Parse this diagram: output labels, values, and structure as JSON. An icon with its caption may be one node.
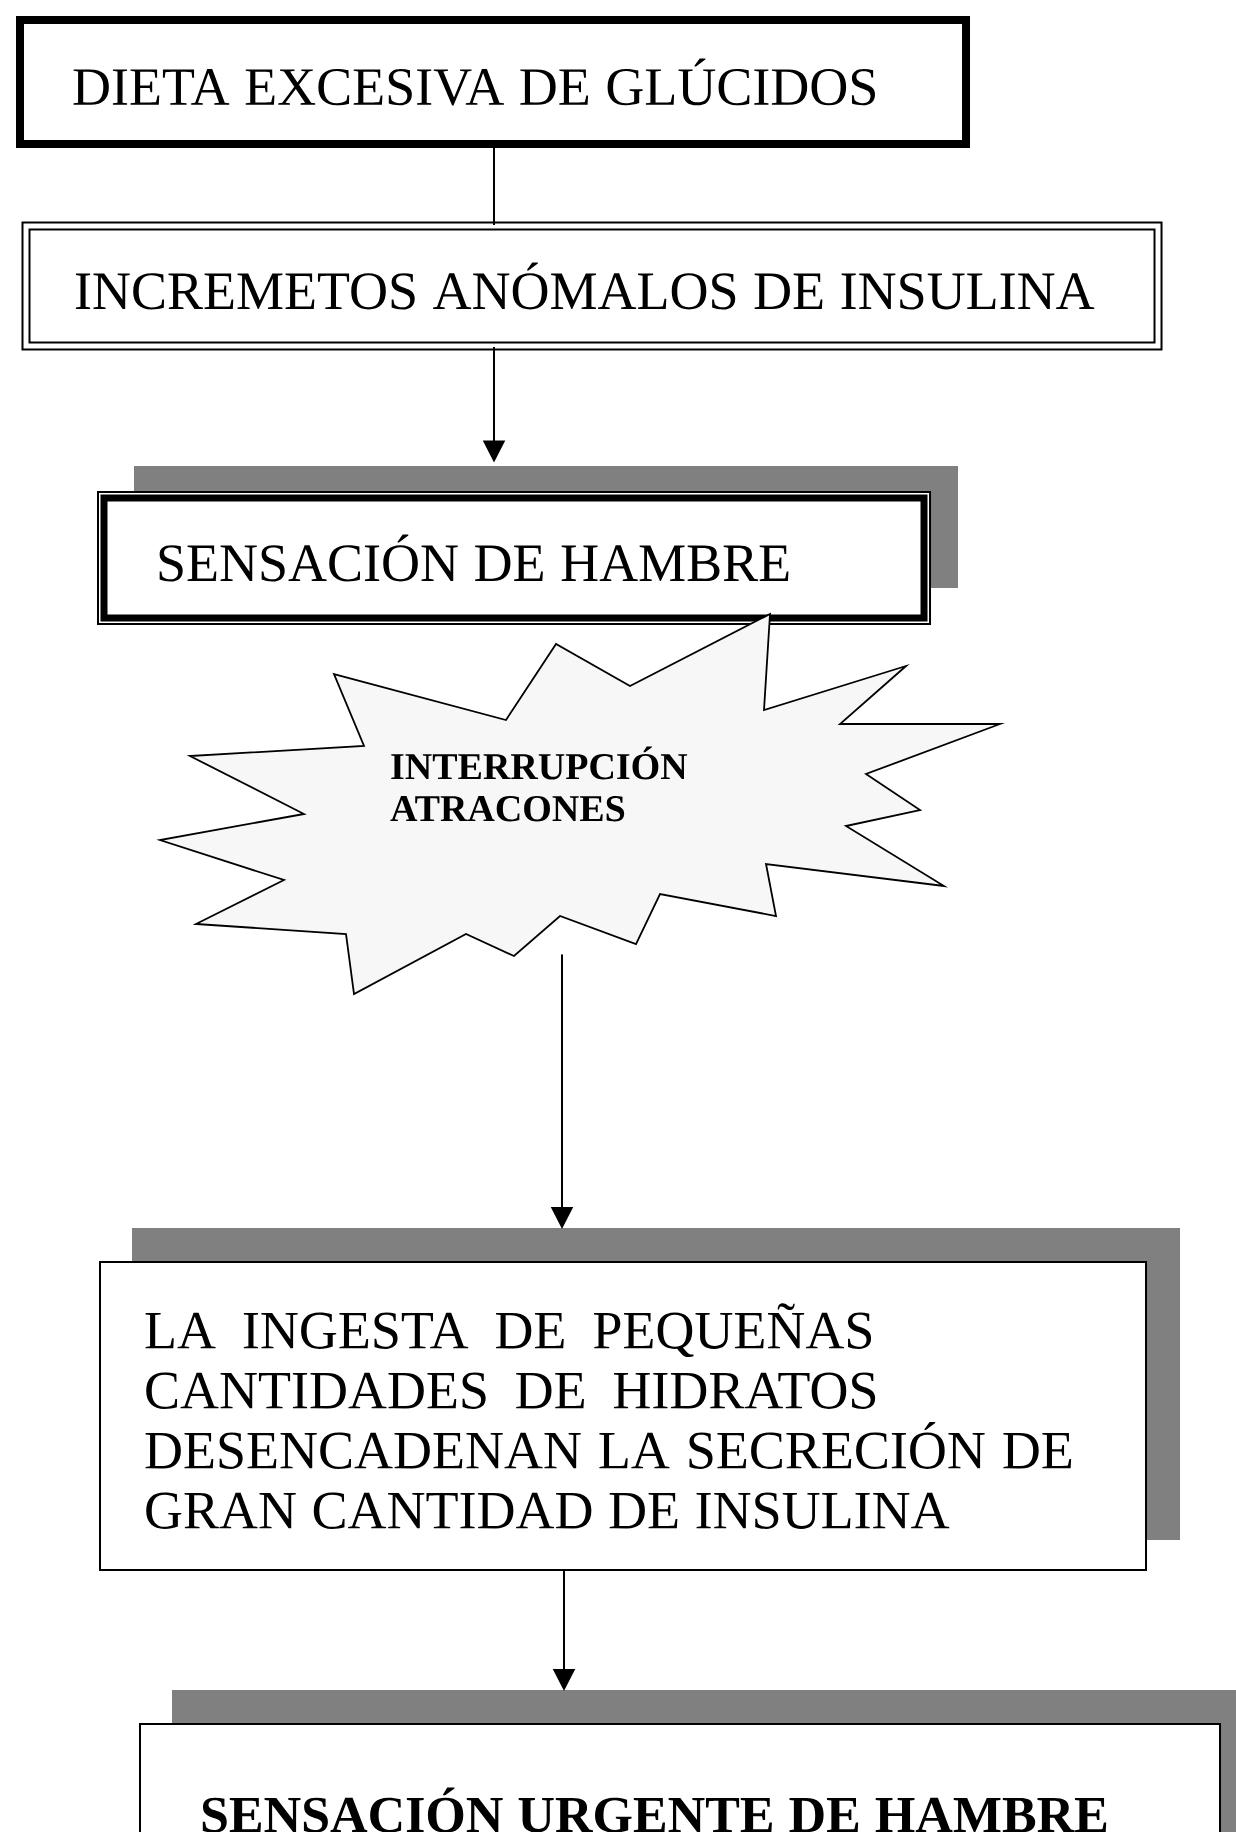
{
  "diagram": {
    "nodes": [
      {
        "text": [
          "DIETA EXCESIVA DE GLÚCIDOS"
        ]
      },
      {
        "text": [
          "INCREMETOS ANÓMALOS DE INSULINA"
        ]
      },
      {
        "text": [
          "SENSACIÓN DE HAMBRE"
        ]
      },
      {
        "text": [
          "INTERRUPCIÓN ATRACONES"
        ]
      },
      {
        "text": [
          "LA INGESTA DE PEQUEÑAS CANTIDADES DE HIDRATOS DESENCADENAN LA SECRECIÓN DE GRAN CANTIDAD DE INSULINA"
        ]
      },
      {
        "text": [
          "SENSACIÓN URGENTE DE HAMBRE"
        ]
      }
    ],
    "edges": [
      {
        "from": 0,
        "to": 1,
        "arrow": "none"
      },
      {
        "from": 1,
        "to": 2,
        "arrow": "to"
      },
      {
        "from": 3,
        "to": 4,
        "arrow": "to"
      },
      {
        "from": 4,
        "to": 5,
        "arrow": "to"
      }
    ]
  }
}
